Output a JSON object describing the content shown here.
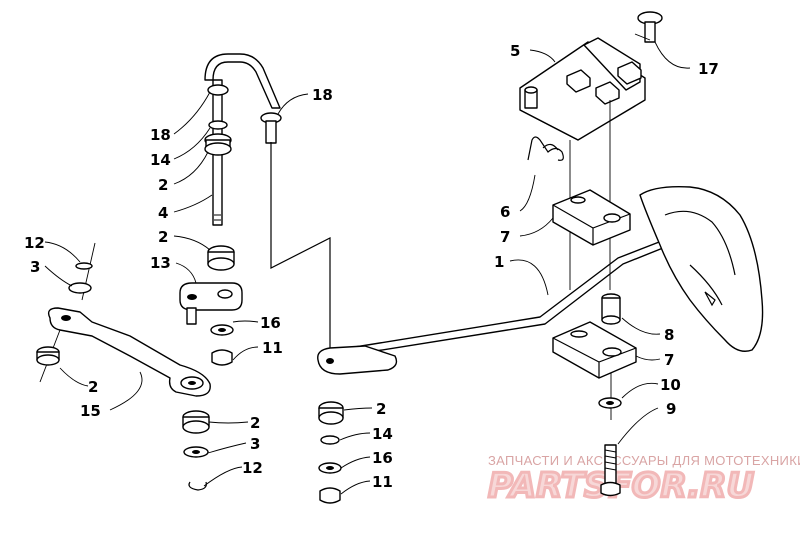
{
  "callouts": {
    "c1": "1",
    "c2a": "2",
    "c2b": "2",
    "c2c": "2",
    "c2d": "2",
    "c2e": "2",
    "c3a": "3",
    "c3b": "3",
    "c4": "4",
    "c5": "5",
    "c6": "6",
    "c7a": "7",
    "c7b": "7",
    "c8": "8",
    "c9": "9",
    "c10": "10",
    "c11a": "11",
    "c11b": "11",
    "c12a": "12",
    "c12b": "12",
    "c13": "13",
    "c14a": "14",
    "c14b": "14",
    "c15": "15",
    "c16a": "16",
    "c16b": "16",
    "c17": "17",
    "c18a": "18",
    "c18b": "18"
  },
  "watermark": {
    "tagline": "ЗАПЧАСТИ И АКСЕССУАРЫ ДЛЯ МОТОТЕХНИКИ",
    "logo": "PARTSFOR.RU"
  },
  "colors": {
    "line": "#000000",
    "watermark": "#f2b8b8"
  }
}
